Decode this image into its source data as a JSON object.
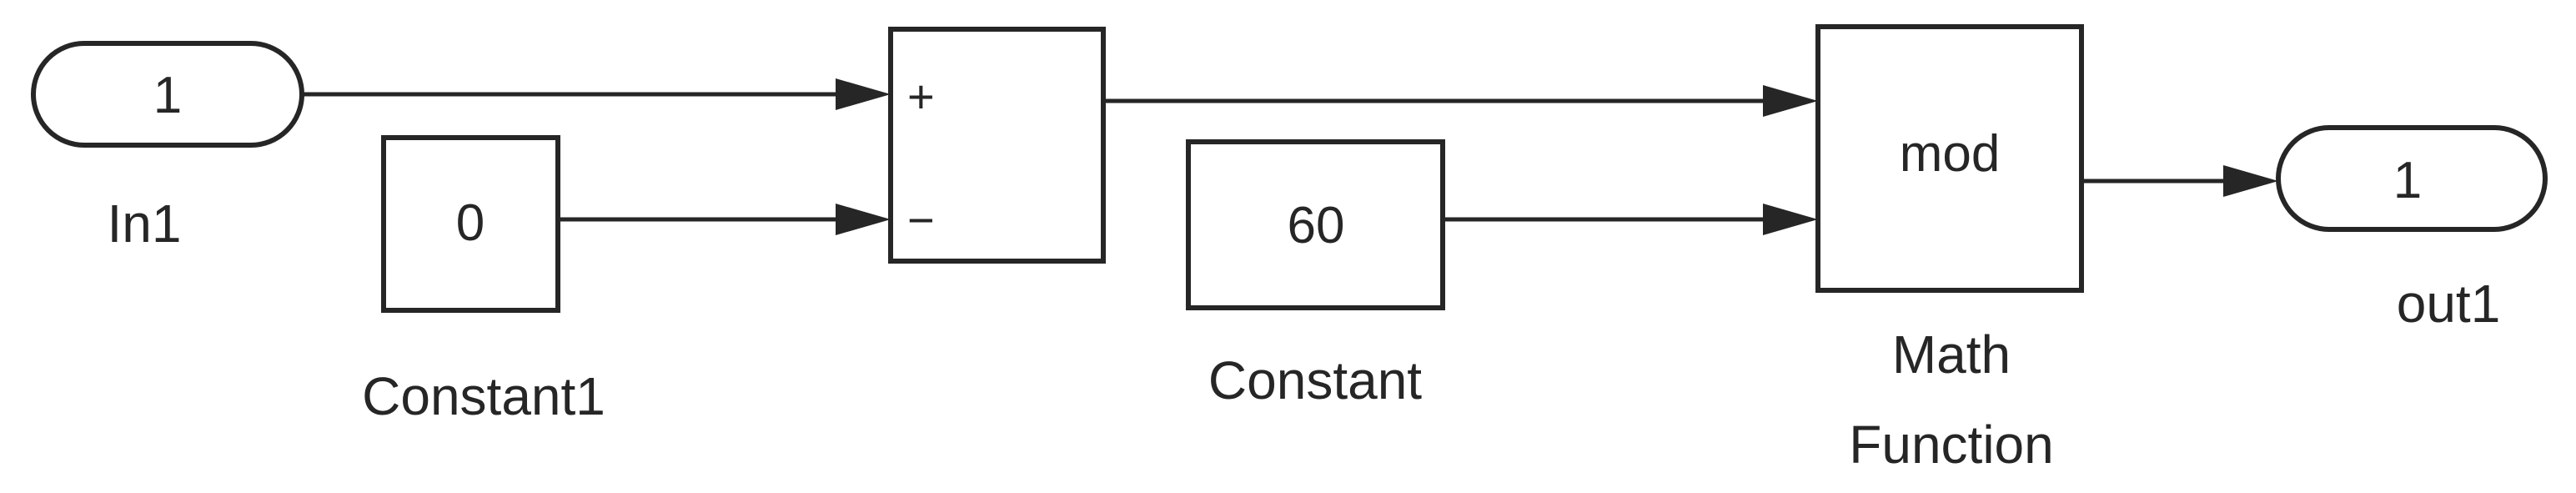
{
  "diagram": {
    "blocks": {
      "in1": {
        "value": "1",
        "label": "In1"
      },
      "constant1": {
        "value": "0",
        "label": "Constant1"
      },
      "sum": {
        "plus_sign": "+",
        "minus_sign": "−"
      },
      "constant": {
        "value": "60",
        "label": "Constant"
      },
      "math_function": {
        "operator": "mod",
        "label_line1": "Math",
        "label_line2": "Function"
      },
      "out1": {
        "value": "1",
        "label": "out1"
      }
    },
    "connections": [
      {
        "from": "In1",
        "to": "Sum (+)"
      },
      {
        "from": "Constant1",
        "to": "Sum (−)"
      },
      {
        "from": "Sum",
        "to": "Math Function (in 1)"
      },
      {
        "from": "Constant",
        "to": "Math Function (in 2)"
      },
      {
        "from": "Math Function",
        "to": "out1"
      }
    ],
    "colors": {
      "line": "#262626",
      "background": "#ffffff"
    }
  }
}
